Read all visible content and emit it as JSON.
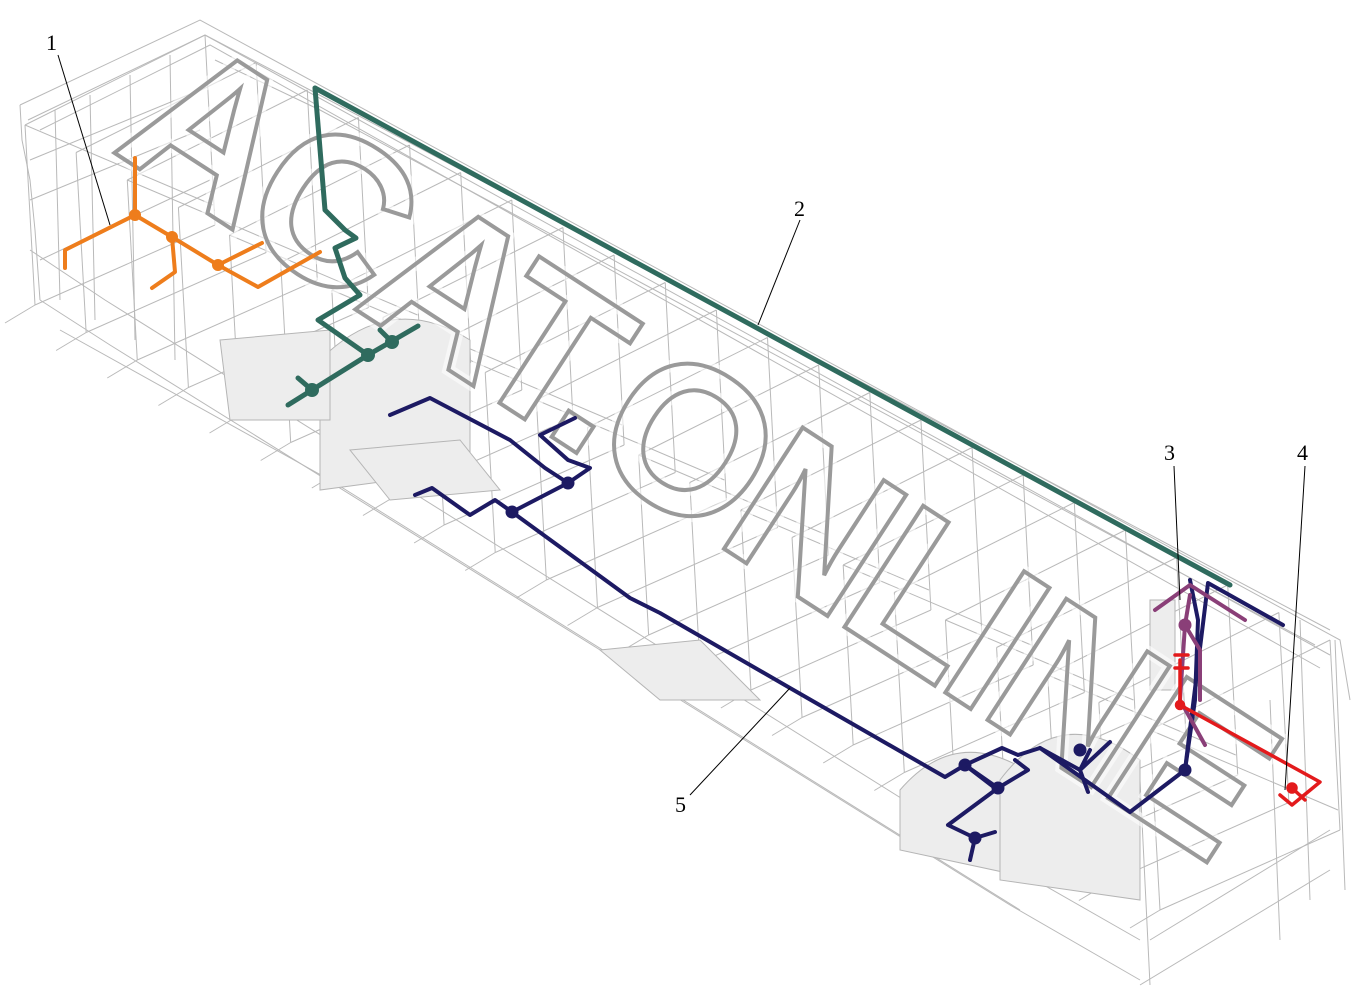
{
  "callouts": [
    {
      "label": "1"
    },
    {
      "label": "2"
    },
    {
      "label": "3"
    },
    {
      "label": "4"
    },
    {
      "label": "5"
    }
  ],
  "watermark": {
    "text": "ACAT.ONLINE"
  },
  "colors": {
    "system_1": "#ee7d1c",
    "system_2": "#2f6b5e",
    "system_3": "#8a3f78",
    "system_4": "#e31a1c",
    "system_5": "#1d1a63",
    "frame": "#b9b9b9",
    "watermark": "#9a9a9a"
  }
}
